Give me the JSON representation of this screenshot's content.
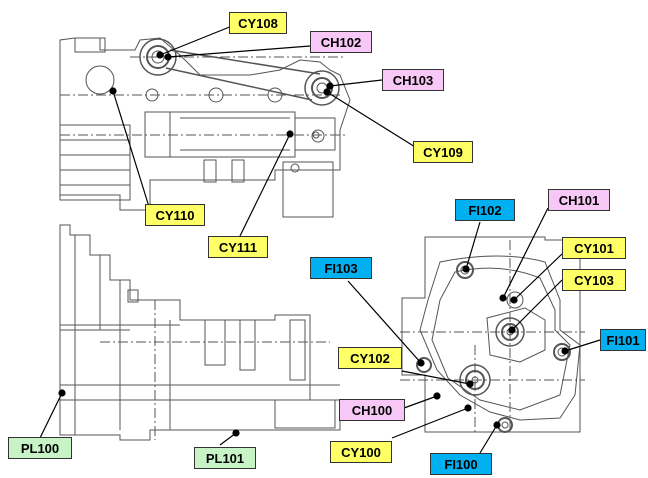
{
  "colors": {
    "cylinder": "#ffff66",
    "check": "#f7c8f5",
    "filter": "#00b0f0",
    "plate": "#c7f3c7",
    "line": "#000000",
    "drawing": "#555555"
  },
  "callouts": [
    {
      "id": "CY108",
      "text": "CY108",
      "kind": "cylinder"
    },
    {
      "id": "CH102",
      "text": "CH102",
      "kind": "check"
    },
    {
      "id": "CH103",
      "text": "CH103",
      "kind": "check"
    },
    {
      "id": "CY109",
      "text": "CY109",
      "kind": "cylinder"
    },
    {
      "id": "CY110",
      "text": "CY110",
      "kind": "cylinder"
    },
    {
      "id": "CY111",
      "text": "CY111",
      "kind": "cylinder"
    },
    {
      "id": "FI102",
      "text": "FI102",
      "kind": "filter"
    },
    {
      "id": "CH101",
      "text": "CH101",
      "kind": "check"
    },
    {
      "id": "FI103",
      "text": "FI103",
      "kind": "filter"
    },
    {
      "id": "CY101",
      "text": "CY101",
      "kind": "cylinder"
    },
    {
      "id": "CY103",
      "text": "CY103",
      "kind": "cylinder"
    },
    {
      "id": "FI101",
      "text": "FI101",
      "kind": "filter"
    },
    {
      "id": "CY102",
      "text": "CY102",
      "kind": "cylinder"
    },
    {
      "id": "CH100",
      "text": "CH100",
      "kind": "check"
    },
    {
      "id": "CY100",
      "text": "CY100",
      "kind": "cylinder"
    },
    {
      "id": "FI100",
      "text": "FI100",
      "kind": "filter"
    },
    {
      "id": "PL100",
      "text": "PL100",
      "kind": "plate"
    },
    {
      "id": "PL101",
      "text": "PL101",
      "kind": "plate"
    }
  ]
}
